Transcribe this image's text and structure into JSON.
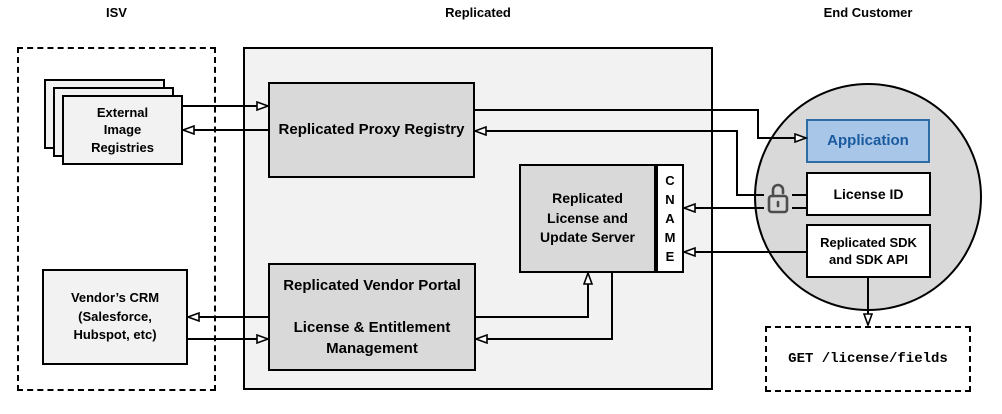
{
  "sections": {
    "isv": {
      "label": "ISV"
    },
    "replicated": {
      "label": "Replicated"
    },
    "end_customer": {
      "label": "End Customer"
    }
  },
  "nodes": {
    "external_image_registries": {
      "label": "External\nImage\nRegistries"
    },
    "vendors_crm": {
      "label": "Vendor’s CRM\n(Salesforce,\nHubspot, etc)"
    },
    "proxy_registry": {
      "label": "Replicated Proxy Registry"
    },
    "license_update_server": {
      "label": "Replicated\nLicense and\nUpdate Server"
    },
    "cname": {
      "label": "CNAME"
    },
    "vendor_portal": {
      "label": "Replicated Vendor Portal\n\nLicense & Entitlement\nManagement"
    },
    "application": {
      "label": "Application"
    },
    "license_id": {
      "label": "License ID"
    },
    "replicated_sdk": {
      "label": "Replicated SDK\nand SDK API"
    },
    "get_license_fields": {
      "label": "GET /license/fields"
    }
  },
  "icons": {
    "license_lock": "open-padlock-icon"
  },
  "colors": {
    "container_fill": "#f2f2f2",
    "node_fill": "#d9d9d9",
    "circle_fill": "#d9d9d9",
    "light_node_fill": "#f2f2f2",
    "application_fill": "#a8c6e8",
    "application_border": "#2e6da4",
    "application_text": "#1a5a9e",
    "line": "#000000",
    "lock_stroke": "#4d4d4d"
  }
}
